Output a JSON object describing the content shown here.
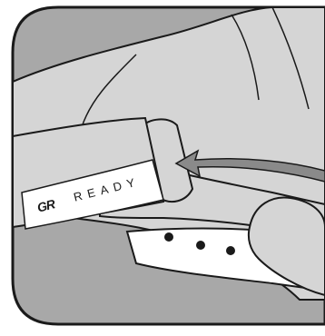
{
  "illustration": {
    "brand_text": "READY",
    "logo_mark": "GR",
    "colors": {
      "background": "#ffffff",
      "frame_fill": "#a8a8a8",
      "light_grey": "#d5d5d5",
      "mid_grey": "#bdbdbd",
      "outline": "#1a1a1a",
      "arrow_fill": "#8a8a8a"
    },
    "band_hole_count": 3,
    "arrow_direction": "right-to-left"
  }
}
